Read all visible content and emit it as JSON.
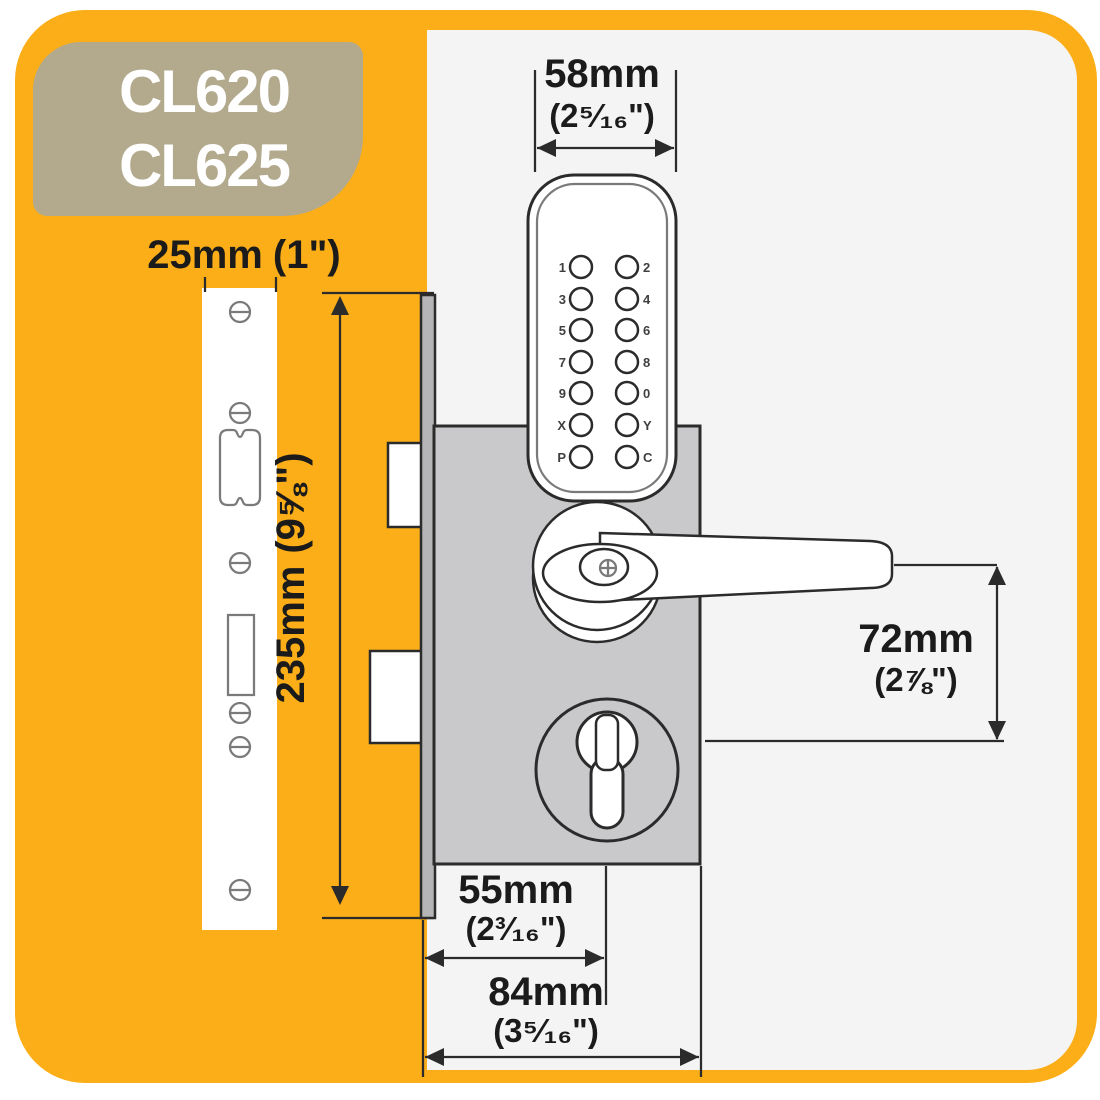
{
  "badge": {
    "line1": "CL620",
    "line2": "CL625"
  },
  "dimensions": {
    "faceplate_width": {
      "mm": "25mm",
      "inch": "(1\")"
    },
    "keypad_width": {
      "mm": "58mm",
      "inch": "(2⁵⁄₁₆\")"
    },
    "faceplate_height": {
      "mm": "235mm",
      "inch": "(9⅝\")"
    },
    "lever_to_cylinder": {
      "mm": "72mm",
      "inch": "(2⅞\")"
    },
    "backset": {
      "mm": "55mm",
      "inch": "(2³⁄₁₆\")"
    },
    "case_depth": {
      "mm": "84mm",
      "inch": "(3⁵⁄₁₆\")"
    }
  },
  "keypad": {
    "rows": [
      [
        "1",
        "2"
      ],
      [
        "3",
        "4"
      ],
      [
        "5",
        "6"
      ],
      [
        "7",
        "8"
      ],
      [
        "9",
        "0"
      ],
      [
        "X",
        "Y"
      ],
      [
        "P",
        "C"
      ]
    ]
  },
  "colors": {
    "card": "#FBAE17",
    "badge": "#B3AA8E",
    "panel": "#F4F4F5",
    "case_fill": "#C9C9CB",
    "door_edge": "#B5B5B7",
    "line": "#2B2B2B",
    "text": "#1B1B1B",
    "detail": "#7A7A7A"
  }
}
